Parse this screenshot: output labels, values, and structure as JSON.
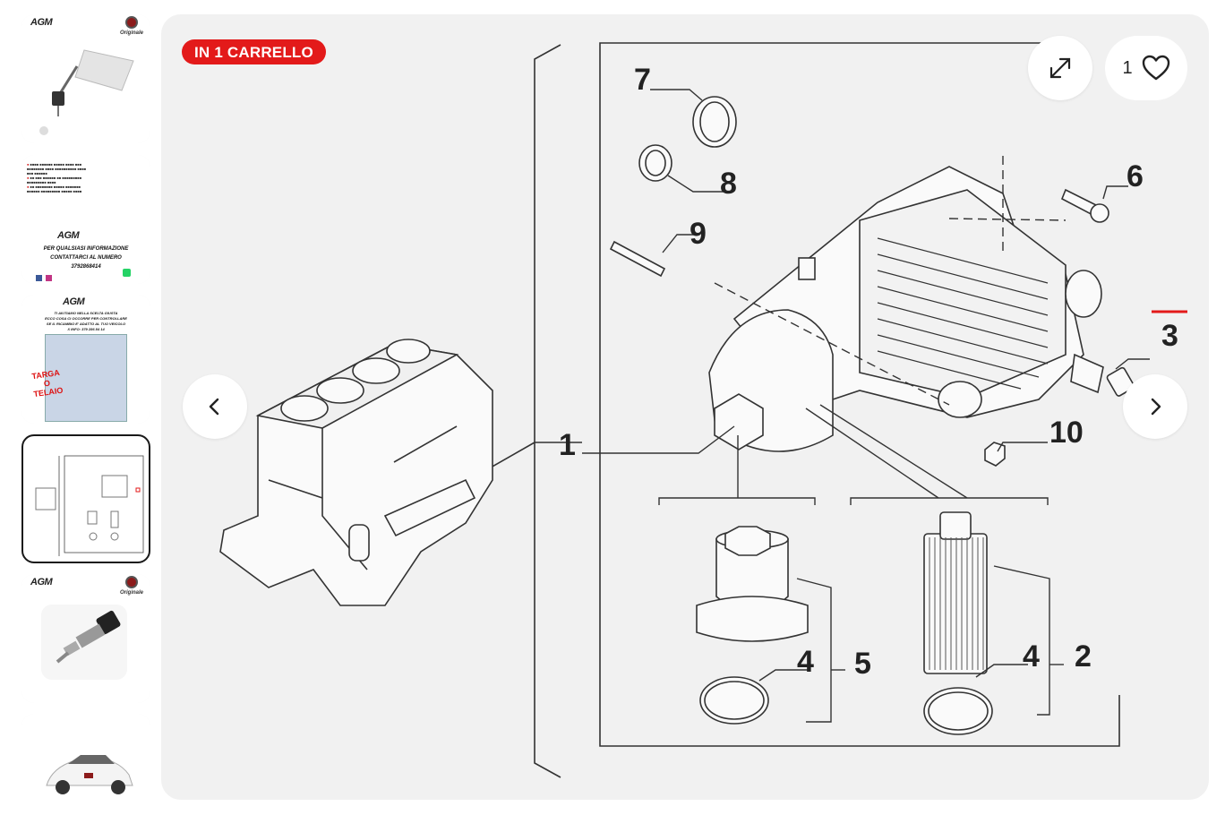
{
  "badge": {
    "label": "IN 1 CARRELLO"
  },
  "watch": {
    "count": "1"
  },
  "icons": {
    "prev": "chevron-left-icon",
    "next": "chevron-right-icon",
    "expand": "expand-icon",
    "heart": "heart-icon"
  },
  "thumbnails": [
    {
      "brand": "AGM",
      "caption": "Originale"
    },
    {
      "brand": "AGM",
      "line1": "PER QUALSIASI INFORMAZIONE",
      "line2": "CONTATTARCI AL NUMERO",
      "phone": "3792868414"
    },
    {
      "brand": "AGM",
      "header1": "TI AIUTIAMO NELLA SCELTA GIUSTA",
      "header2": "ECCO COSA CI OCCORRE PER CONTROLLARE",
      "header3": "SE IL RICAMBIO E' ADATTO AL TUO VEICOLO",
      "header4": "X INFO: 379 286 84 14",
      "stamp1": "TARGA",
      "stamp2": "O",
      "stamp3": "TELAIO"
    },
    {
      "active": true
    },
    {
      "brand": "AGM",
      "caption": "Originale"
    },
    {}
  ],
  "diagram": {
    "callouts": [
      "1",
      "2",
      "3",
      "4",
      "4",
      "5",
      "6",
      "7",
      "8",
      "9",
      "10"
    ]
  },
  "colors": {
    "badge": "#e31a1a",
    "highlight": "#e31a1a",
    "panel": "#f1f1f1"
  }
}
